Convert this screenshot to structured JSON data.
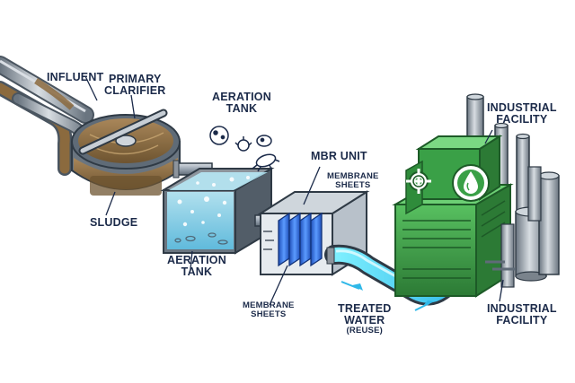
{
  "labels": {
    "influent": "INFLUENT",
    "primary_clarifier": [
      "PRIMARY",
      "CLARIFIER"
    ],
    "aeration_tank_top": [
      "AERATION",
      "TANK"
    ],
    "sludge": "SLUDGE",
    "aeration_tank_bottom": [
      "AERATION",
      "TANK"
    ],
    "mbr_unit": "MBR UNIT",
    "membrane_sheets_top": [
      "MEMBRANE",
      "SHEETS"
    ],
    "membrane_sheets_bottom": [
      "MEMBRANE",
      "SHEETS"
    ],
    "treated_water": [
      "TREATED",
      "WATER",
      "(REUSE)"
    ],
    "industrial_facility_top": [
      "INDUSTRIAL",
      "FACILITY"
    ],
    "industrial_facility_bottom": [
      "INDUSTRIAL",
      "FACILITY"
    ]
  },
  "colors": {
    "text": "#1b2a49",
    "pipe_steel": "#9aa5b1",
    "wastewater": "#8b6a3e",
    "sludge": "#6e5430",
    "aeration_water": "#8fd3ee",
    "treated_water": "#4fd8f5",
    "membrane": "#2f6fe0",
    "factory_green": "#3aa047",
    "factory_dark": "#2c7a35",
    "silo_gray": "#8d949c"
  },
  "icons": [
    "microbe-icon",
    "recycle-gear-icon",
    "water-drop-icon"
  ]
}
